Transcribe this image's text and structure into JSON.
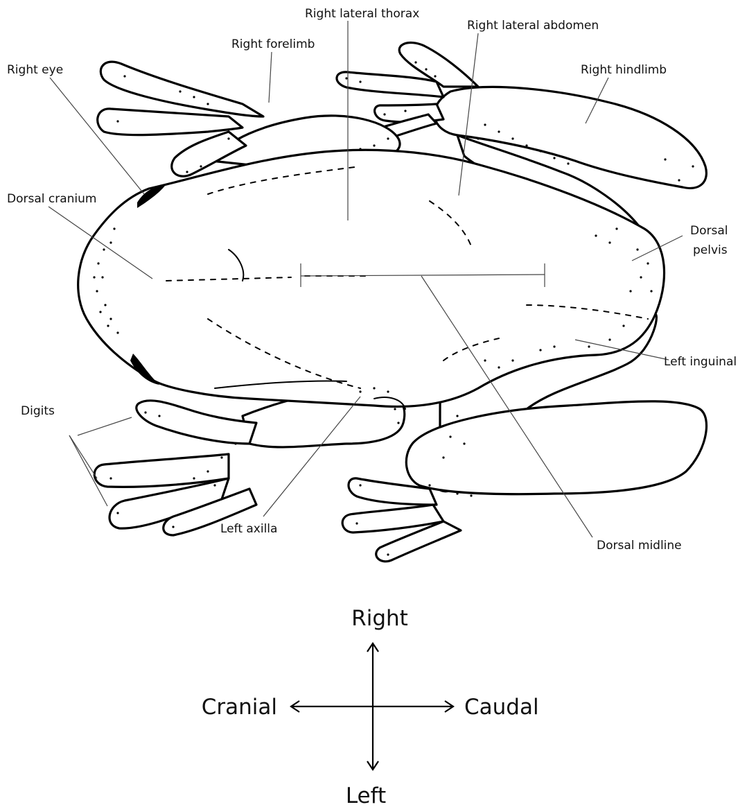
{
  "labels": {
    "right_eye": "Right eye",
    "right_forelimb": "Right forelimb",
    "right_lateral_thorax": "Right lateral thorax",
    "right_lateral_abdomen": "Right lateral abdomen",
    "right_hindlimb": "Right hindlimb",
    "dorsal_cranium": "Dorsal cranium",
    "dorsal_pelvis_1": "Dorsal",
    "dorsal_pelvis_2": "pelvis",
    "left_inguinal": "Left inguinal",
    "digits": "Digits",
    "left_axilla": "Left axilla",
    "dorsal_midline": "Dorsal midline"
  },
  "orientation": {
    "right": "Right",
    "left": "Left",
    "cranial": "Cranial",
    "caudal": "Caudal"
  },
  "colors": {
    "ink": "#000000",
    "leader": "#444444",
    "background": "#ffffff"
  }
}
